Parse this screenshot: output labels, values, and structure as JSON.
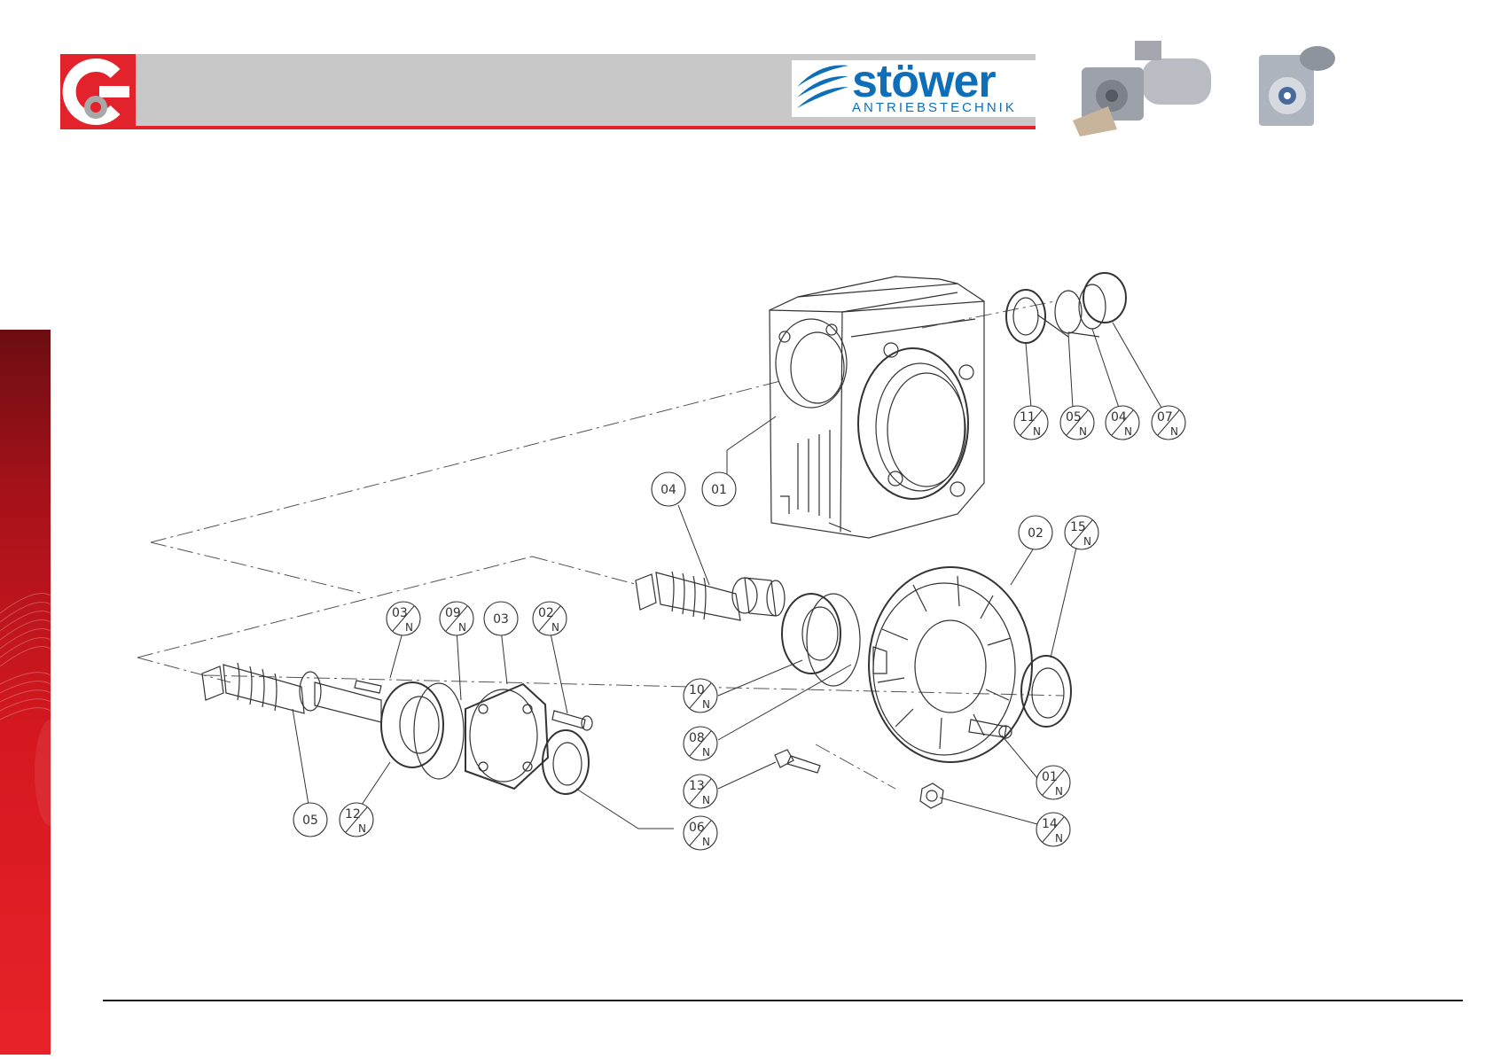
{
  "header": {
    "brand_name": "stöwer",
    "brand_subtitle": "ANTRIEBSTECHNIK",
    "accent_color": "#e3232c",
    "band_color": "#c8c8c8",
    "brand_color": "#0e6fb8"
  },
  "diagram": {
    "callouts": [
      {
        "code": "11",
        "suffix": "N"
      },
      {
        "code": "05",
        "suffix": "N"
      },
      {
        "code": "04",
        "suffix": "N"
      },
      {
        "code": "07",
        "suffix": "N"
      },
      {
        "code": "04",
        "suffix": ""
      },
      {
        "code": "01",
        "suffix": ""
      },
      {
        "code": "02",
        "suffix": ""
      },
      {
        "code": "15",
        "suffix": "N"
      },
      {
        "code": "03",
        "suffix": "N"
      },
      {
        "code": "09",
        "suffix": "N"
      },
      {
        "code": "03",
        "suffix": ""
      },
      {
        "code": "02",
        "suffix": "N"
      },
      {
        "code": "10",
        "suffix": "N"
      },
      {
        "code": "08",
        "suffix": "N"
      },
      {
        "code": "13",
        "suffix": "N"
      },
      {
        "code": "01",
        "suffix": "N"
      },
      {
        "code": "14",
        "suffix": "N"
      },
      {
        "code": "05",
        "suffix": ""
      },
      {
        "code": "12",
        "suffix": "N"
      },
      {
        "code": "06",
        "suffix": "N"
      }
    ]
  }
}
